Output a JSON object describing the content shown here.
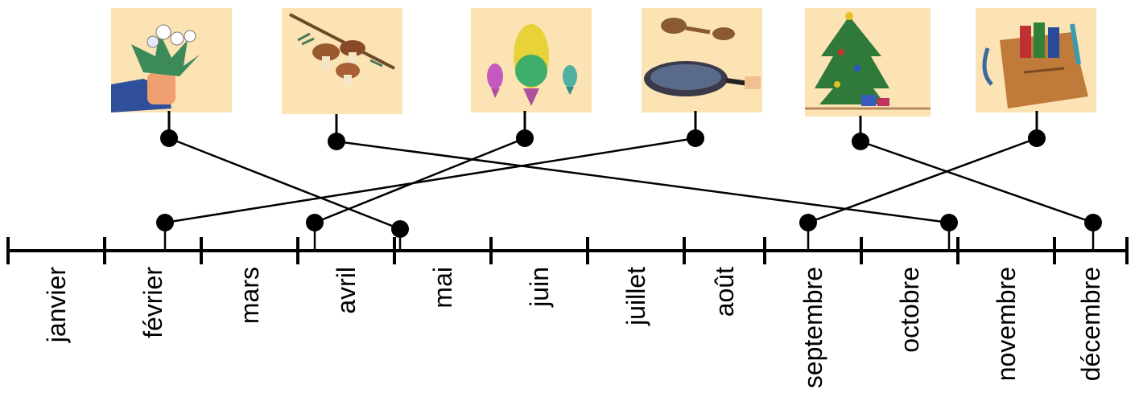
{
  "months": [
    "janvier",
    "février",
    "mars",
    "avril",
    "mai",
    "juin",
    "juillet",
    "août",
    "septembre",
    "octobre",
    "novembre",
    "décembre"
  ],
  "pictures": [
    {
      "id": "flowers",
      "icon": "flower-bouquet-icon"
    },
    {
      "id": "mushrooms",
      "icon": "mushrooms-icon"
    },
    {
      "id": "fish",
      "icon": "fish-icon"
    },
    {
      "id": "pan",
      "icon": "frying-pan-icon"
    },
    {
      "id": "tree",
      "icon": "christmas-tree-icon"
    },
    {
      "id": "schoolbag",
      "icon": "schoolbag-icon"
    }
  ],
  "links": [
    {
      "picture": "flowers",
      "month": "mai"
    },
    {
      "picture": "mushrooms",
      "month": "octobre"
    },
    {
      "picture": "fish",
      "month": "avril"
    },
    {
      "picture": "pan",
      "month": "février"
    },
    {
      "picture": "tree",
      "month": "décembre"
    },
    {
      "picture": "schoolbag",
      "month": "septembre"
    }
  ],
  "colors": {
    "card_bg": "#fbe3b4",
    "line": "#000000"
  }
}
